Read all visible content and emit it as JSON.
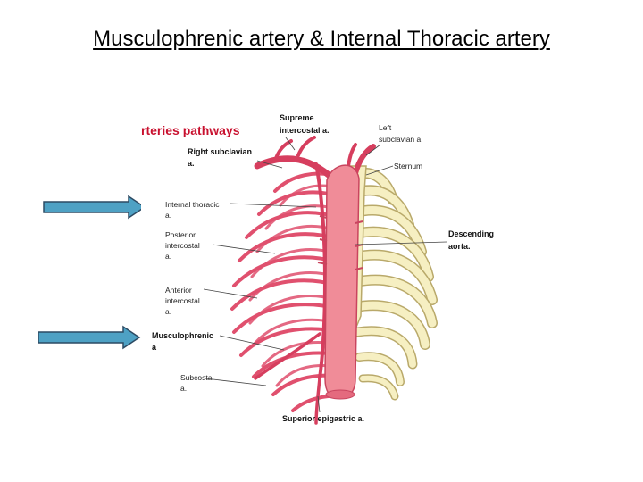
{
  "slide": {
    "title": "Musculophrenic artery & Internal Thoracic artery"
  },
  "figure": {
    "heading": "rteries pathways",
    "labels": {
      "supreme_1": "Supreme",
      "supreme_2": "intercostal a.",
      "left_subclavian_1": "Left",
      "left_subclavian_2": "subclavian a.",
      "right_subclavian_1": "Right  subclavian",
      "right_subclavian_2": "a.",
      "sternum": "Sternum",
      "internal_thoracic_1": "Internal thoracic",
      "internal_thoracic_2": "a.",
      "posterior_1": "Posterior",
      "posterior_2": "intercostal",
      "posterior_3": "a.",
      "descending_1": "Descending",
      "descending_2": "aorta.",
      "anterior_1": "Anterior",
      "anterior_2": "intercostal",
      "anterior_3": "a.",
      "musculophrenic_1": "Musculophrenic",
      "musculophrenic_2": "a",
      "subcostal_1": "Subcostal",
      "subcostal_2": "a.",
      "superior_epigastric": "Superior epigastric a."
    }
  },
  "colors": {
    "arrow_fill": "#4ea1c4",
    "arrow_stroke": "#2c4a63",
    "artery": "#e0506e",
    "aorta": "#f08c98",
    "rib_bone": "#f6efc2",
    "rib_outline": "#b9a96a",
    "heading": "#c8102e"
  }
}
